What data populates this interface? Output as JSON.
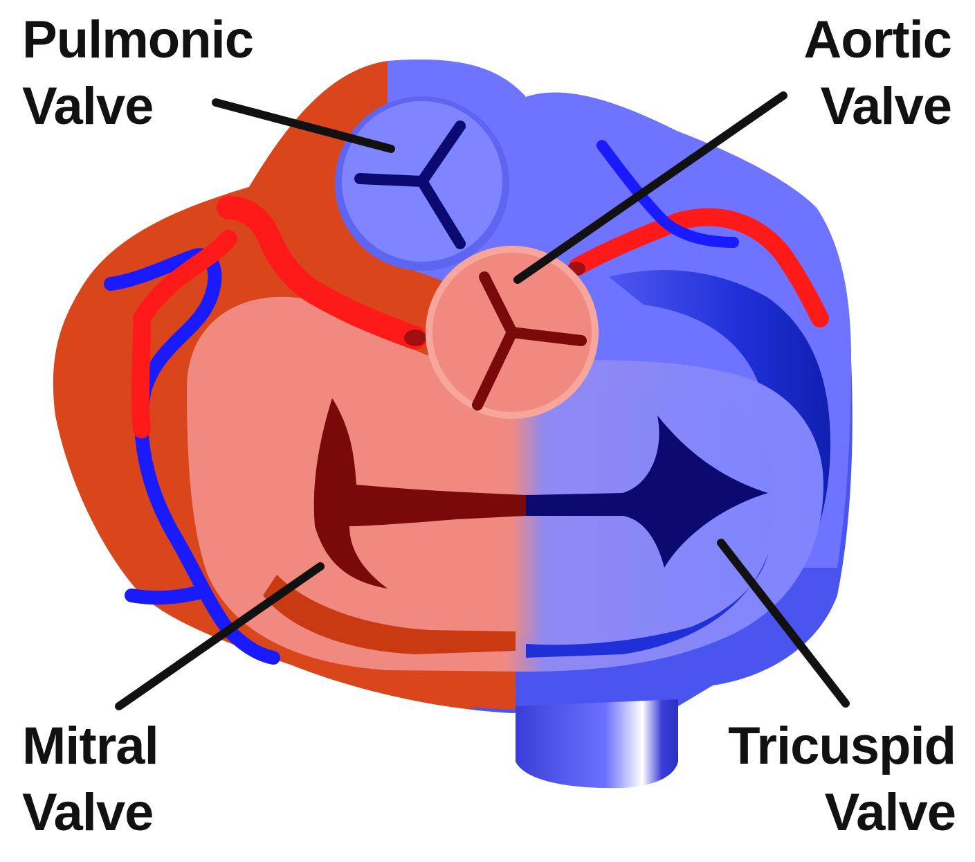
{
  "labels": {
    "pulmonic": {
      "line1": "Pulmonic",
      "line2": "Valve"
    },
    "aortic": {
      "line1": "Aortic",
      "line2": "Valve"
    },
    "mitral": {
      "line1": "Mitral",
      "line2": "Valve"
    },
    "tricuspid": {
      "line1": "Tricuspid",
      "line2": "Valve"
    }
  },
  "colors": {
    "left_heart": "#f08a80",
    "left_heart_dark": "#d9461c",
    "right_heart": "#7f85ff",
    "right_heart_dark": "#3040e0",
    "artery": "#ff1a1a",
    "vein": "#1a1aff",
    "valve_leaflet_left": "#7a0a0a",
    "valve_leaflet_right": "#0a0a70",
    "leader_line": "#111111"
  }
}
